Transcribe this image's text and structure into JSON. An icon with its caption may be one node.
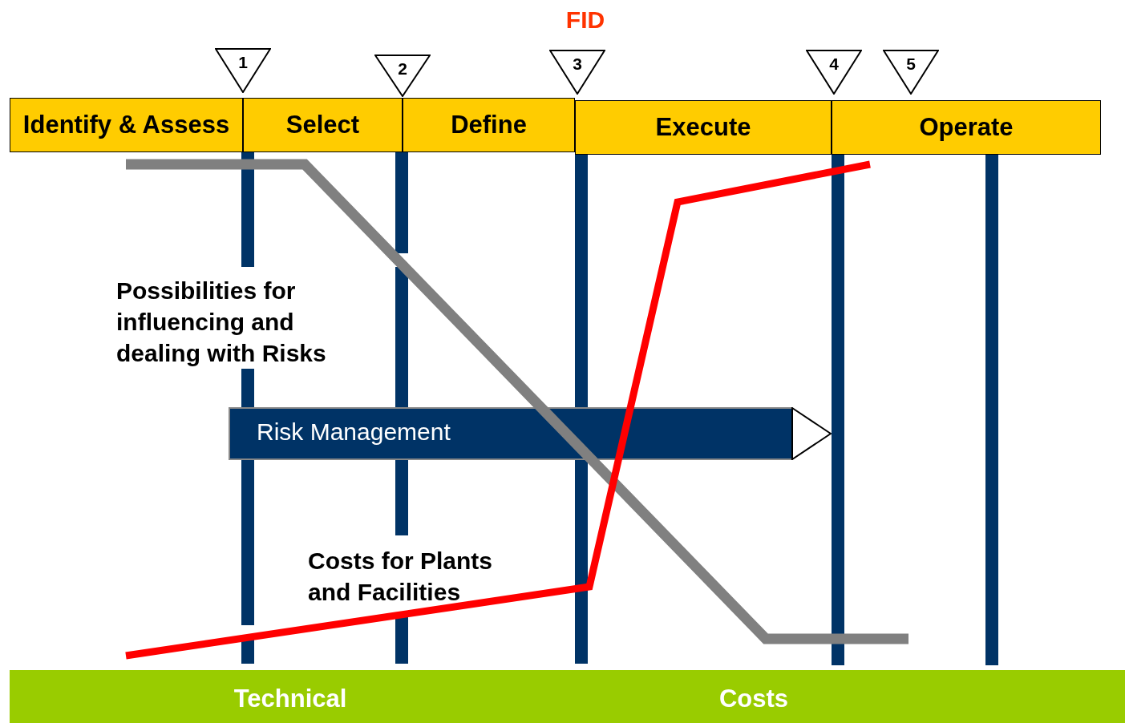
{
  "diagram": {
    "nodes": [
      {
        "text": [
          "1"
        ]
      },
      {
        "text": [
          "2"
        ]
      },
      {
        "text": [
          "3"
        ]
      },
      {
        "text": [
          "4"
        ]
      },
      {
        "text": [
          "5"
        ]
      },
      {
        "text": [
          "Identify & Assess"
        ]
      },
      {
        "text": [
          "Select"
        ]
      },
      {
        "text": [
          "Define"
        ]
      },
      {
        "text": [
          "Execute"
        ]
      },
      {
        "text": [
          "Operate"
        ]
      },
      {
        "text": [
          "Risk Management"
        ]
      },
      {
        "text": [
          "Technical",
          "Costs"
        ]
      }
    ],
    "edges": [],
    "labels": [
      "FID",
      "Possibilities for influencing and dealing with Risks",
      "Costs for Plants and Facilities"
    ]
  }
}
